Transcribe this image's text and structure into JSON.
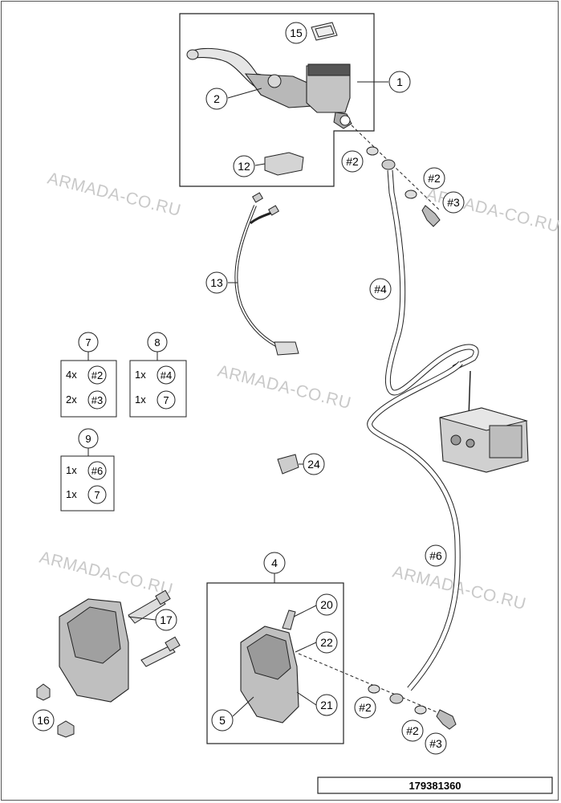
{
  "watermark": "ARMADA-CO.RU",
  "drawing_number": "179381360",
  "callouts": {
    "c1": "1",
    "c2": "2",
    "c4": "4",
    "c5": "5",
    "c12": "12",
    "c13": "13",
    "c15": "15",
    "c16": "16",
    "c17": "17",
    "c20": "20",
    "c21": "21",
    "c22": "22",
    "c24": "24",
    "h2a": "#2",
    "h2b": "#2",
    "h3a": "#3",
    "h4": "#4",
    "h6": "#6",
    "h2c": "#2",
    "h2d": "#2",
    "h3b": "#3"
  },
  "kits": {
    "k7": {
      "label": "7",
      "rows": [
        {
          "qty": "4x",
          "ref": "#2"
        },
        {
          "qty": "2x",
          "ref": "#3"
        }
      ]
    },
    "k8": {
      "label": "8",
      "rows": [
        {
          "qty": "1x",
          "ref": "#4"
        },
        {
          "qty": "1x",
          "ref": "7"
        }
      ]
    },
    "k9": {
      "label": "9",
      "rows": [
        {
          "qty": "1x",
          "ref": "#6"
        },
        {
          "qty": "1x",
          "ref": "7"
        }
      ]
    }
  }
}
